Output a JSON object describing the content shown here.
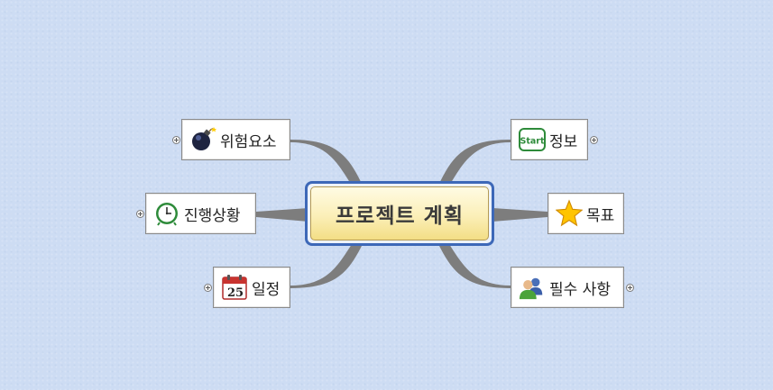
{
  "central": {
    "title": "프로젝트 계획"
  },
  "branches": [
    {
      "label": "위험요소",
      "icon": "bomb-icon",
      "side": "left",
      "has_children": true
    },
    {
      "label": "진행상황",
      "icon": "alarm-clock-icon",
      "side": "left",
      "has_children": true
    },
    {
      "label": "일정",
      "icon": "calendar-icon",
      "side": "left",
      "has_children": true,
      "icon_text": "25"
    },
    {
      "label": "정보",
      "icon": "start-icon",
      "side": "right",
      "has_children": true,
      "icon_text": "Start"
    },
    {
      "label": "목표",
      "icon": "star-icon",
      "side": "right",
      "has_children": false
    },
    {
      "label": "필수 사항",
      "icon": "people-icon",
      "side": "right",
      "has_children": true
    }
  ],
  "colors": {
    "background": "#cddcf3",
    "connector": "#7d7d7d",
    "central_border": "#3d68b8",
    "central_fill": "#fbefb8"
  }
}
